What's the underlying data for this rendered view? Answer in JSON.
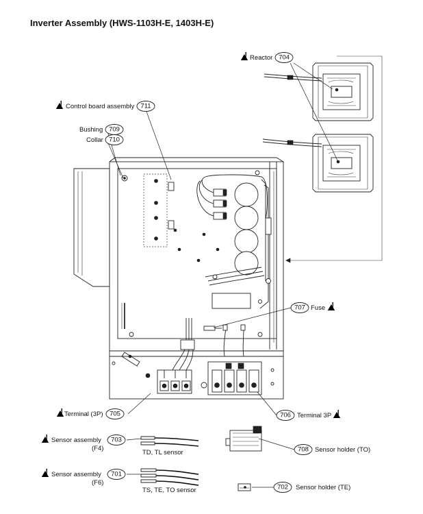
{
  "title": "Inverter Assembly (HWS-1103H-E, 1403H-E)",
  "callouts": {
    "reactor": {
      "label": "Reactor",
      "number": "704"
    },
    "control_board": {
      "label": "Control board assembly",
      "number": "711"
    },
    "bushing": {
      "label": "Bushing",
      "number": "709"
    },
    "collar": {
      "label": "Collar",
      "number": "710"
    },
    "fuse": {
      "label": "Fuse",
      "number": "707"
    },
    "terminal_3p_left": {
      "label": "Terminal (3P)",
      "number": "705"
    },
    "terminal_3p_right": {
      "label": "Terminal 3P",
      "number": "706"
    },
    "sensor_assembly_f4": {
      "label": "Sensor assembly",
      "sub": "(F4)",
      "number": "703",
      "caption": "TD, TL sensor"
    },
    "sensor_holder_to": {
      "label": "Sensor holder (TO)",
      "number": "708"
    },
    "sensor_assembly_f6": {
      "label": "Sensor assembly",
      "sub": "(F6)",
      "number": "701",
      "caption": "TS, TE, TO sensor"
    },
    "sensor_holder_te": {
      "label": "Sensor holder (TE)",
      "number": "702"
    }
  },
  "icons": {
    "warning": "warning-triangle-icon"
  }
}
